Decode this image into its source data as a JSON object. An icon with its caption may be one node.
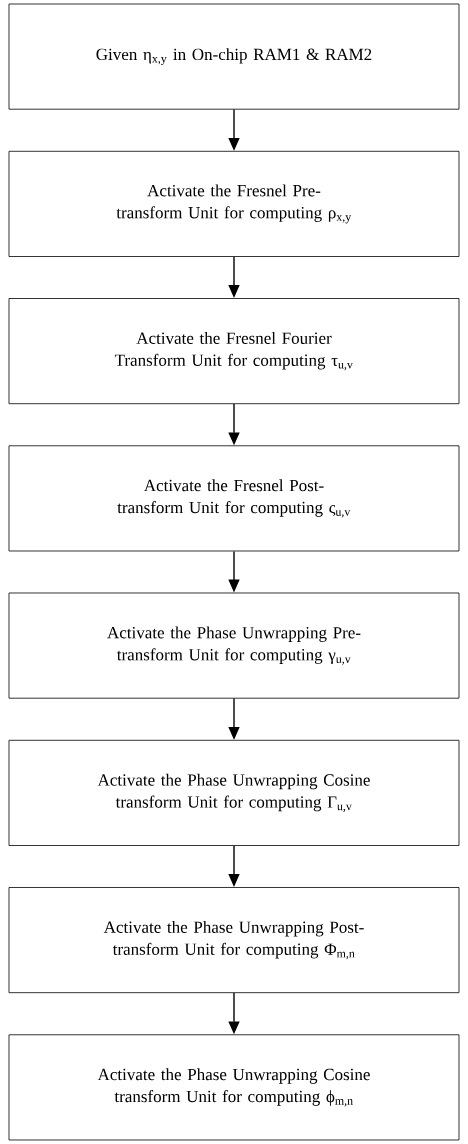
{
  "diagram": {
    "nodes": [
      {
        "text": [
          "Given η$_{x,y}$ in On-chip RAM1 & RAM2"
        ]
      },
      {
        "text": [
          "Activate the Fresnel Pre-transform Unit for computing ρ$_{x,y}$"
        ]
      },
      {
        "text": [
          "Activate the Fresnel Fourier Transform Unit for computing τ$_{u,v}$"
        ]
      },
      {
        "text": [
          "Activate the Fresnel Post-transform Unit for computing ς$_{u,v}$"
        ]
      },
      {
        "text": [
          "Activate the Phase Unwrapping Pre-transform Unit for computing γ$_{u,v}$"
        ]
      },
      {
        "text": [
          "Activate the Phase Unwrapping Cosine transform Unit for computing Γ$_{u,v}$"
        ]
      },
      {
        "text": [
          "Activate the Phase Unwrapping Post-transform Unit for computing Φ$_{m,n}$"
        ]
      },
      {
        "text": [
          "Activate the Phase Unwrapping Cosine transform Unit for computing ϕ$_{m,n}$"
        ]
      }
    ],
    "edges": [
      {
        "from": 0,
        "to": 1,
        "arrow": "to"
      },
      {
        "from": 1,
        "to": 2,
        "arrow": "to"
      },
      {
        "from": 2,
        "to": 3,
        "arrow": "to"
      },
      {
        "from": 3,
        "to": 4,
        "arrow": "to"
      },
      {
        "from": 4,
        "to": 5,
        "arrow": "to"
      },
      {
        "from": 5,
        "to": 6,
        "arrow": "to"
      },
      {
        "from": 6,
        "to": 7,
        "arrow": "to"
      }
    ]
  }
}
